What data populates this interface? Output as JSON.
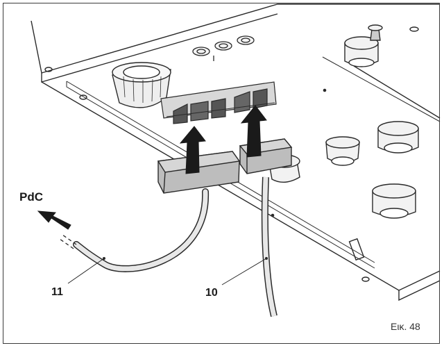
{
  "diagram": {
    "labels": {
      "pdc": "PdC",
      "cable_11": "11",
      "cable_10": "10"
    },
    "figure_caption": "Εικ. 48",
    "colors": {
      "outline": "#2a2a2a",
      "plug_fill": "#bdbdbd",
      "cable_fill": "#e8e8e8",
      "arrow_fill": "#1a1a1a",
      "panel_fill": "#f4f4f4",
      "shadow_fill": "#9a9a9a"
    }
  }
}
